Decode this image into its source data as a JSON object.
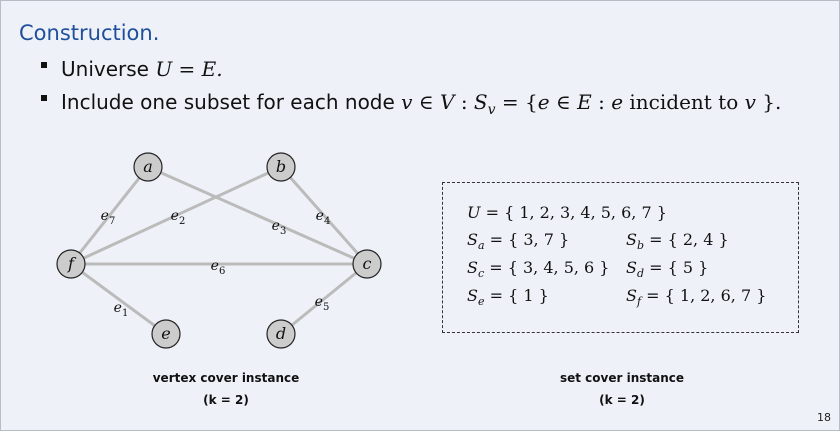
{
  "heading": "Construction.",
  "bullets": {
    "b1_text": "Universe ",
    "b1_math": "U = E.",
    "b2_text": "Include one subset for each node ",
    "b2_math_v": "v",
    "b2_math_in": " ∈ ",
    "b2_math_V": "V",
    "b2_colon": " : ",
    "b2_S": "S",
    "b2_sub": "v",
    "b2_rest1": " = {",
    "b2_e": "e",
    "b2_rest2": " ∈ ",
    "b2_E": "E",
    "b2_rest3": " : ",
    "b2_e2": "e",
    "b2_rest4": " incident to ",
    "b2_v2": "v",
    "b2_rest5": " }."
  },
  "graph": {
    "nodes": [
      {
        "id": "a",
        "label": "a"
      },
      {
        "id": "b",
        "label": "b"
      },
      {
        "id": "c",
        "label": "c"
      },
      {
        "id": "d",
        "label": "d"
      },
      {
        "id": "e",
        "label": "e"
      },
      {
        "id": "f",
        "label": "f"
      }
    ],
    "edges": [
      {
        "label": "e",
        "sub": "7",
        "from": "a",
        "to": "f"
      },
      {
        "label": "e",
        "sub": "2",
        "from": "b",
        "to": "f"
      },
      {
        "label": "e",
        "sub": "3",
        "from": "a",
        "to": "c"
      },
      {
        "label": "e",
        "sub": "4",
        "from": "b",
        "to": "c"
      },
      {
        "label": "e",
        "sub": "6",
        "from": "f",
        "to": "c"
      },
      {
        "label": "e",
        "sub": "1",
        "from": "f",
        "to": "e"
      },
      {
        "label": "e",
        "sub": "5",
        "from": "c",
        "to": "d"
      }
    ],
    "node_fill": "#cccccc",
    "edge_color": "#bbbbbb"
  },
  "captions": {
    "left_line1": "vertex cover instance",
    "left_line2": "(k = 2)",
    "right_line1": "set cover instance",
    "right_line2": "(k = 2)"
  },
  "sets": {
    "U_name": "U",
    "U_value": " = { 1, 2, 3, 4, 5, 6, 7 }",
    "entries": [
      {
        "sub": "a",
        "value": " = { 3, 7 }"
      },
      {
        "sub": "b",
        "value": " = { 2, 4 }"
      },
      {
        "sub": "c",
        "value": " = { 3, 4, 5, 6 }"
      },
      {
        "sub": "d",
        "value": " = { 5 }"
      },
      {
        "sub": "e",
        "value": " = { 1 }"
      },
      {
        "sub": "f",
        "value": " =  { 1, 2, 6, 7 }"
      }
    ]
  },
  "page_number": "18"
}
